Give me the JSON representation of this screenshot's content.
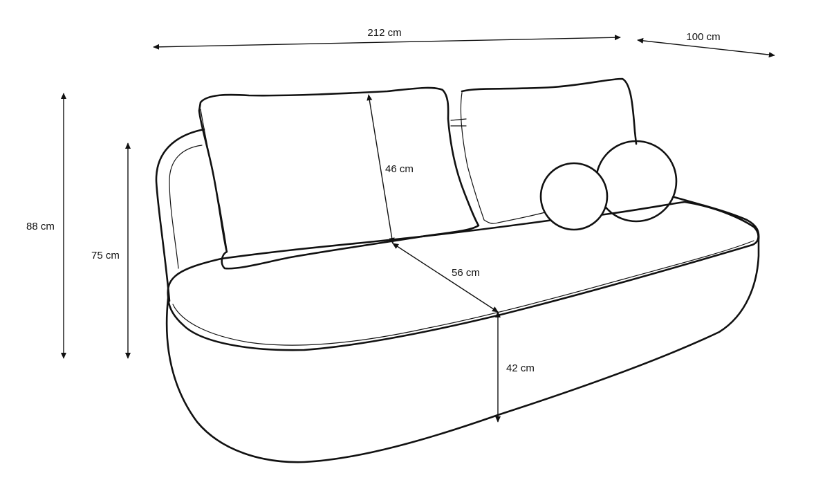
{
  "dimensions": {
    "width": "212 cm",
    "depth": "100 cm",
    "total_height": "88 cm",
    "back_height": "75 cm",
    "cushion_height": "46 cm",
    "seat_depth": "56 cm",
    "seat_height": "42 cm"
  }
}
